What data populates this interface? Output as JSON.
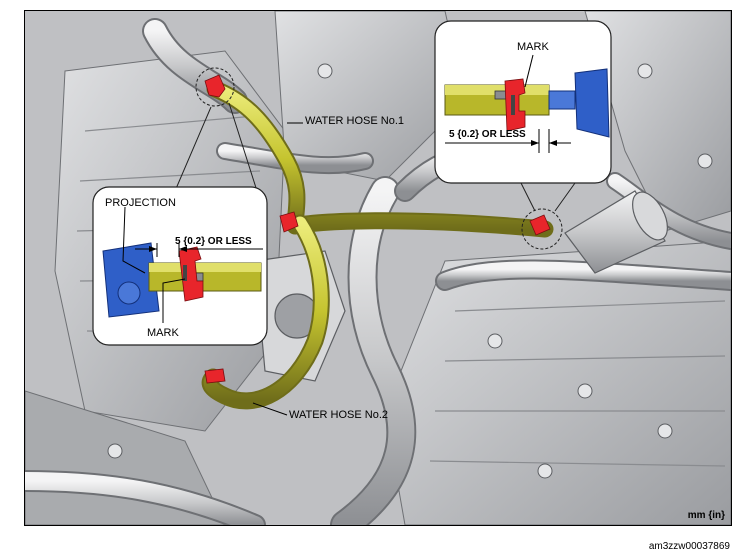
{
  "labels": {
    "water_hose_1": "WATER HOSE No.1",
    "water_hose_2": "WATER HOSE No.2",
    "projection": "PROJECTION",
    "mark_left": "MARK",
    "mark_right": "MARK",
    "gap_left": "5 {0.2} OR LESS",
    "gap_right": "5 {0.2} OR LESS",
    "unit": "mm {in}"
  },
  "figure_id": "am3zzw00037869",
  "colors": {
    "hose": "#c9c934",
    "hose_shadow": "#6f6d1a",
    "clamp": "#e8252b",
    "connector": "#2f5fc8",
    "engine": "#c9cacc",
    "engine_dark": "#8c8e92",
    "pipe": "#dfe0e2"
  }
}
